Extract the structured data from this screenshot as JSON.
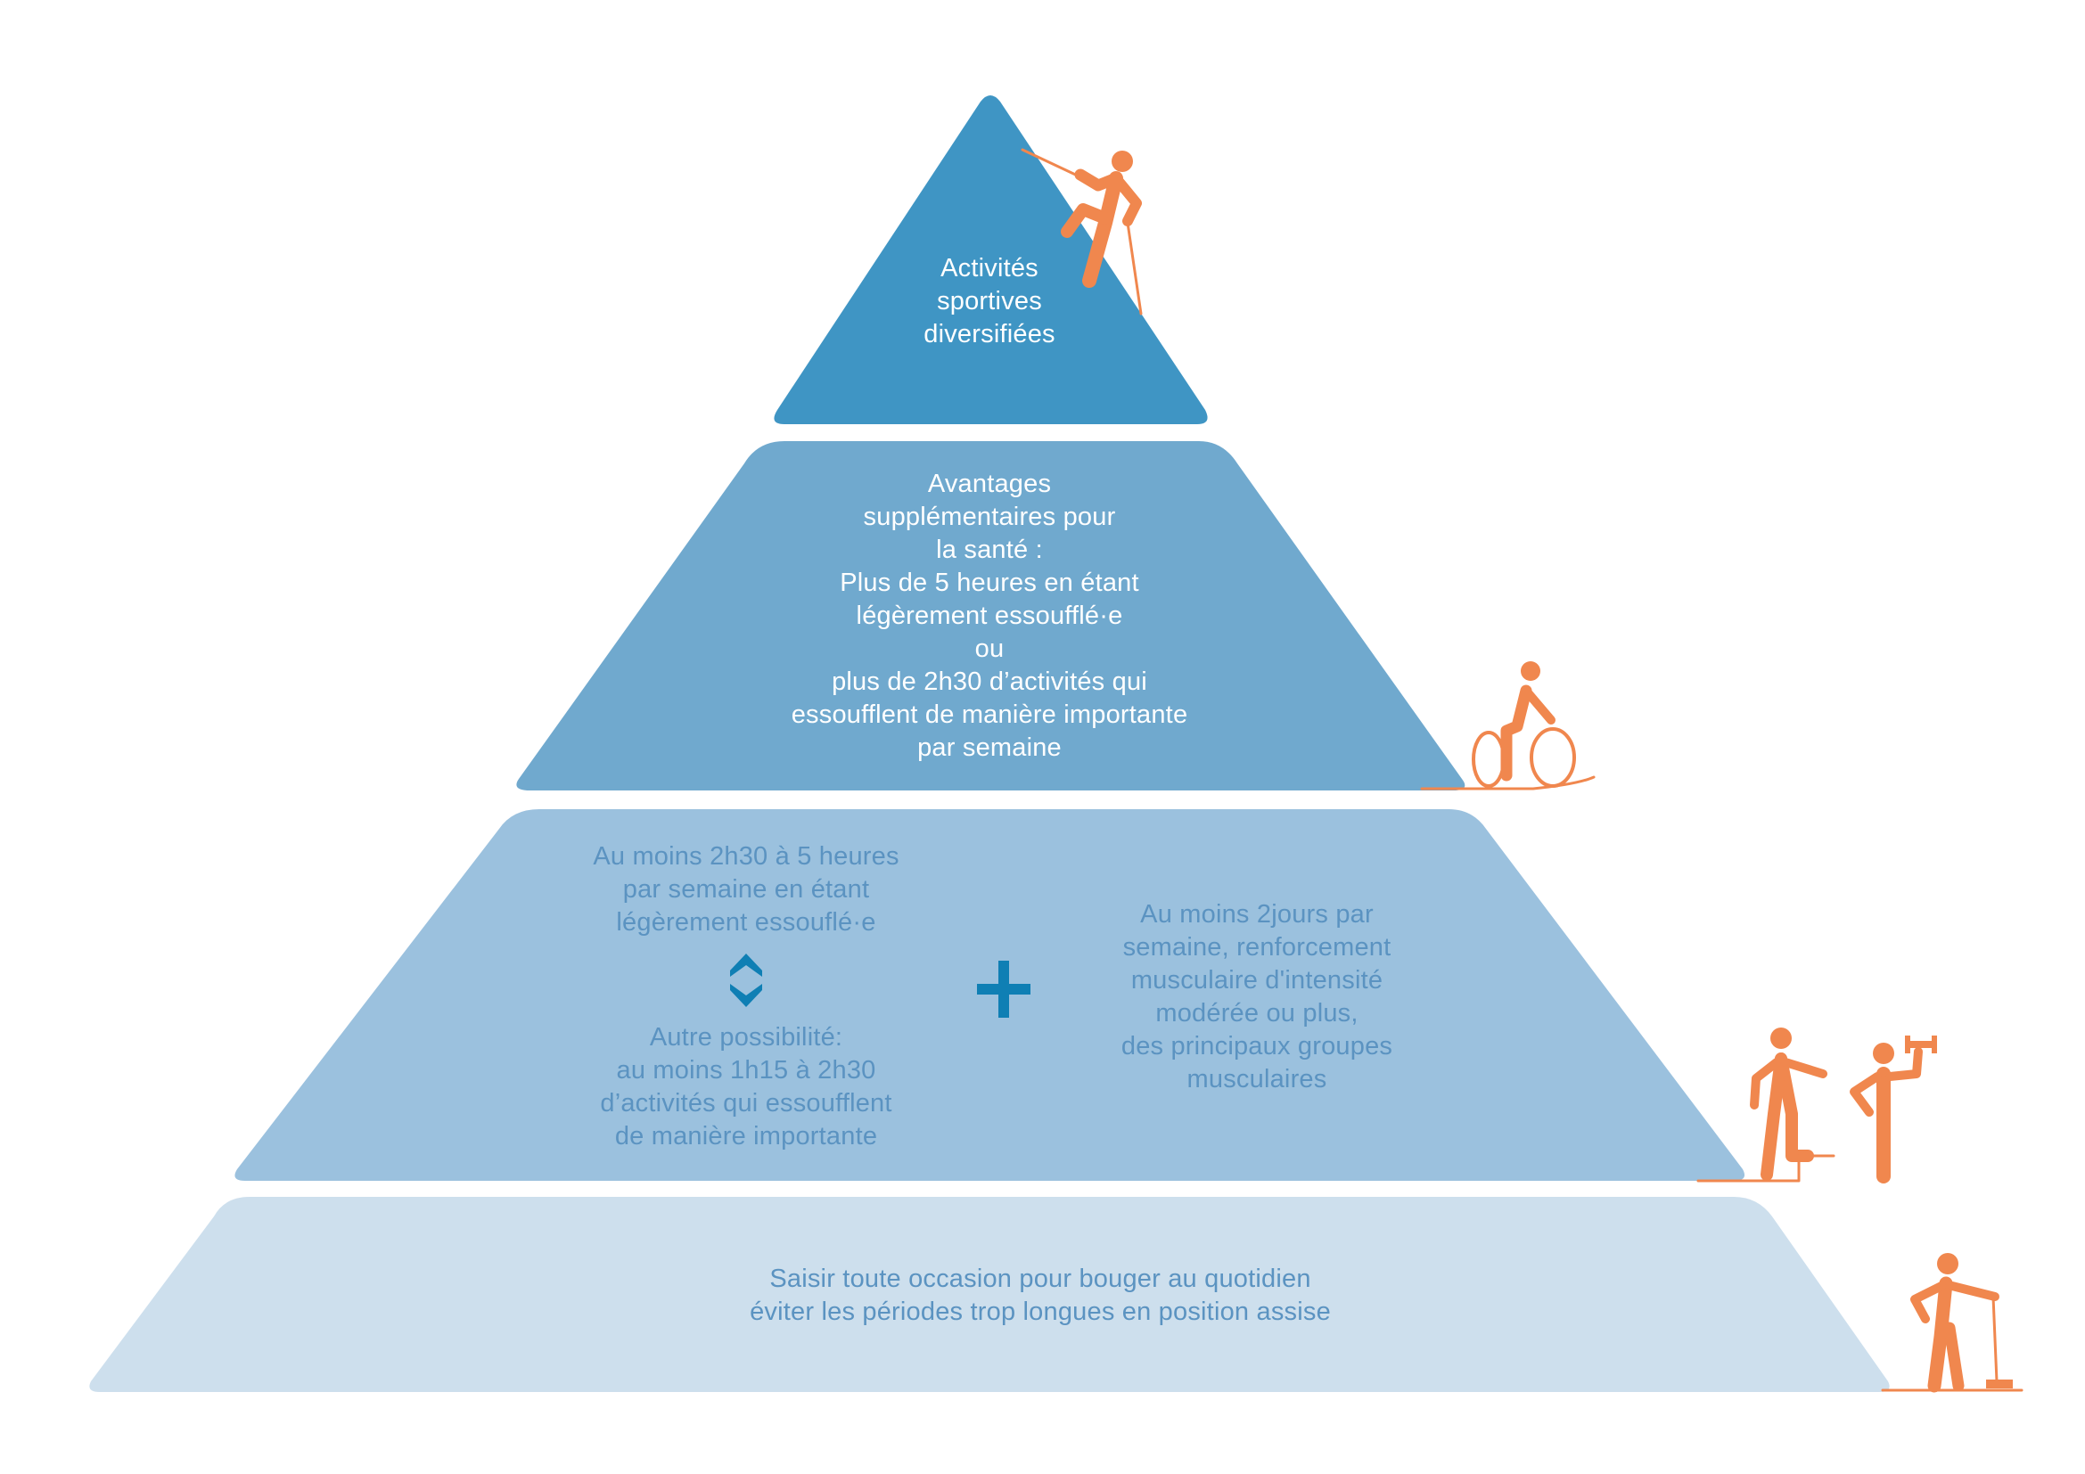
{
  "colors": {
    "tier1": "#3f95c4",
    "tier2": "#70a9ce",
    "tier3": "#9bc1de",
    "tier4": "#cddfed",
    "figures": "#f0874e",
    "accent_icon": "#0f7fb4"
  },
  "pyramid": {
    "tier1": {
      "lines": [
        "Activités",
        "sportives",
        "diversifiées"
      ],
      "figure_icon": "climber-icon"
    },
    "tier2": {
      "lines": [
        "Avantages",
        "supplémentaires pour",
        "la santé :",
        "Plus de 5 heures en étant",
        "légèrement essoufflé·e",
        "ou",
        "plus de 2h30 d’activités qui",
        "essoufflent de manière importante",
        "par semaine"
      ],
      "figure_icon": "cyclist-icon"
    },
    "tier3": {
      "left_top_lines": [
        "Au moins 2h30 à 5 heures",
        "par semaine en étant",
        "légèrement essouflé·e"
      ],
      "left_bottom_lines": [
        "Autre possibilité:",
        "au moins 1h15 à 2h30",
        "d’activités qui essoufflent",
        "de manière importante"
      ],
      "right_lines": [
        "Au moins 2jours par",
        "semaine, renforcement",
        "musculaire d'intensité",
        "modérée ou plus,",
        "des principaux groupes",
        "musculaires"
      ],
      "swap_icon": "up-down-chevrons-icon",
      "plus_icon": "plus-icon",
      "figure_icons": [
        "stair-climber-icon",
        "dumbbell-lifter-icon"
      ]
    },
    "tier4": {
      "lines": [
        "Saisir toute occasion pour bouger au quotidien",
        "éviter les périodes trop longues en position assise"
      ],
      "figure_icon": "sweeping-person-icon"
    }
  }
}
